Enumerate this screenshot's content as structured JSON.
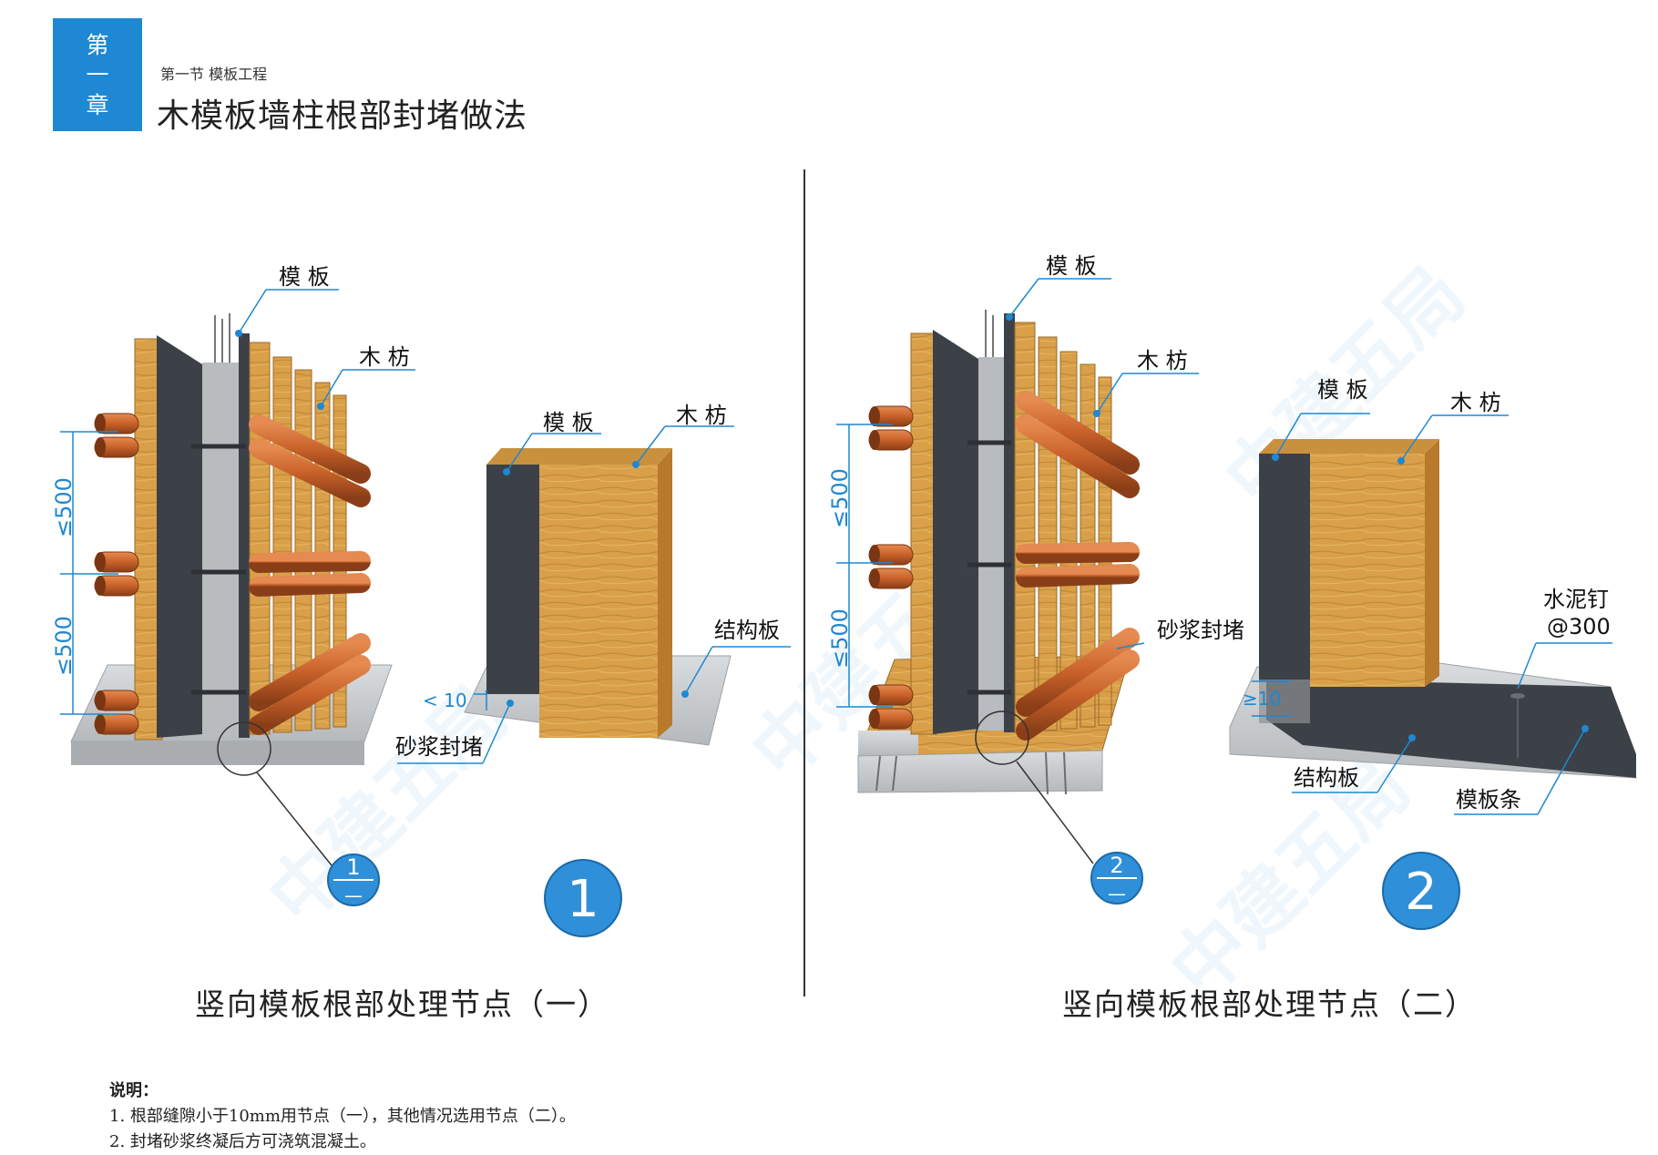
{
  "header": {
    "chapter_chars": [
      "第",
      "一",
      "章"
    ],
    "section": "第一节 模板工程",
    "title": "木模板墙柱根部封堵做法"
  },
  "colors": {
    "accent_blue": "#1e88d2",
    "wood": "#d9a049",
    "wood_dark": "#b77a2c",
    "dark_board": "#3c4148",
    "pipe": "#c8612a",
    "concrete": "#c9ccce"
  },
  "node1": {
    "caption": "竖向模板根部处理节点（一）",
    "badge": "1",
    "detail_ref": "1",
    "detail_ref_sub": "—",
    "labels": {
      "formwork_top": "模 板",
      "batten_top": "木 枋",
      "formwork_detail": "模 板",
      "batten_detail": "木 枋",
      "structure_slab": "结构板",
      "mortar_seal": "砂浆封堵",
      "gap": "< 10",
      "dim_1": "≤500",
      "dim_2": "≤500"
    }
  },
  "node2": {
    "caption": "竖向模板根部处理节点（二）",
    "badge": "2",
    "detail_ref": "2",
    "detail_ref_sub": "—",
    "labels": {
      "formwork_top": "模 板",
      "batten_top": "木 枋",
      "formwork_detail": "模 板",
      "batten_detail": "木 枋",
      "mortar_seal": "砂浆封堵",
      "cement_nail": "水泥钉",
      "nail_spacing": "@300",
      "gap": "≥10",
      "structure_slab": "结构板",
      "formwork_strip": "模板条",
      "dim_1": "≤500",
      "dim_2": "≤500"
    }
  },
  "notes": {
    "heading": "说明：",
    "items": [
      "1. 根部缝隙小于10mm用节点（一），其他情况选用节点（二）。",
      "2. 封堵砂浆终凝后方可浇筑混凝土。"
    ]
  },
  "watermark": "中建五局"
}
